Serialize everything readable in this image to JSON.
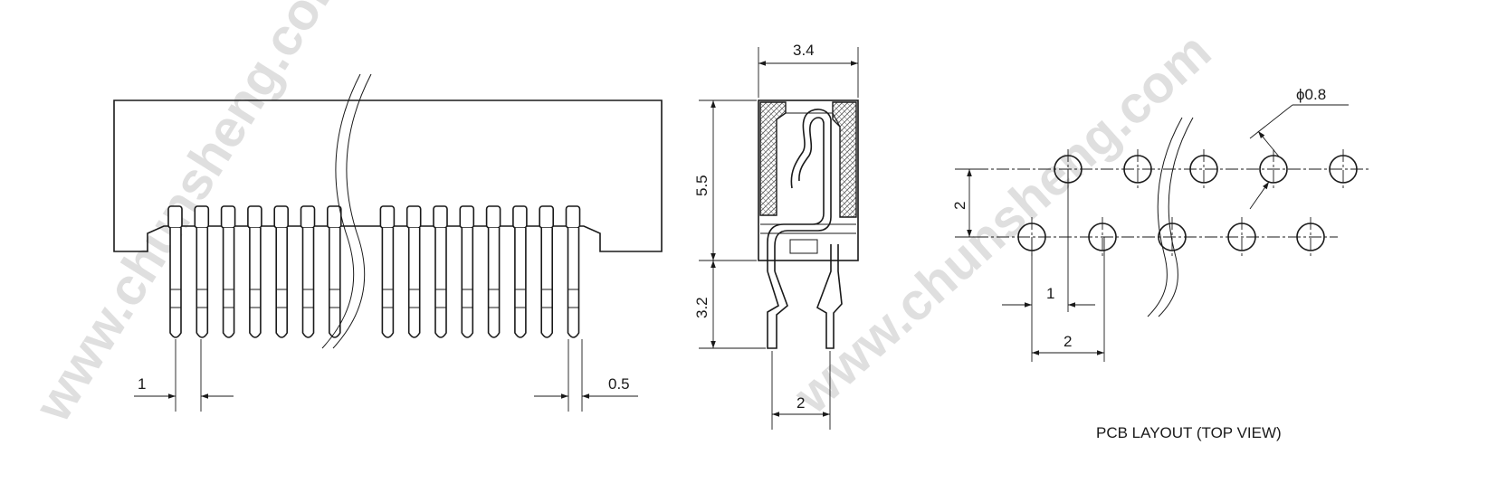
{
  "front_view": {
    "pitch_label": "1",
    "pin_width_label": "0.5"
  },
  "side_view": {
    "width_label": "3.4",
    "body_height_label": "5.5",
    "tail_length_label": "3.2",
    "row_spacing_label": "2"
  },
  "pcb_layout": {
    "hole_diameter_label": "ϕ0.8",
    "row_spacing_label": "2",
    "row_offset_label": "1",
    "pitch_label": "2",
    "title": "PCB LAYOUT (TOP VIEW)"
  },
  "watermark": {
    "text": "www.chunsheng.com"
  }
}
